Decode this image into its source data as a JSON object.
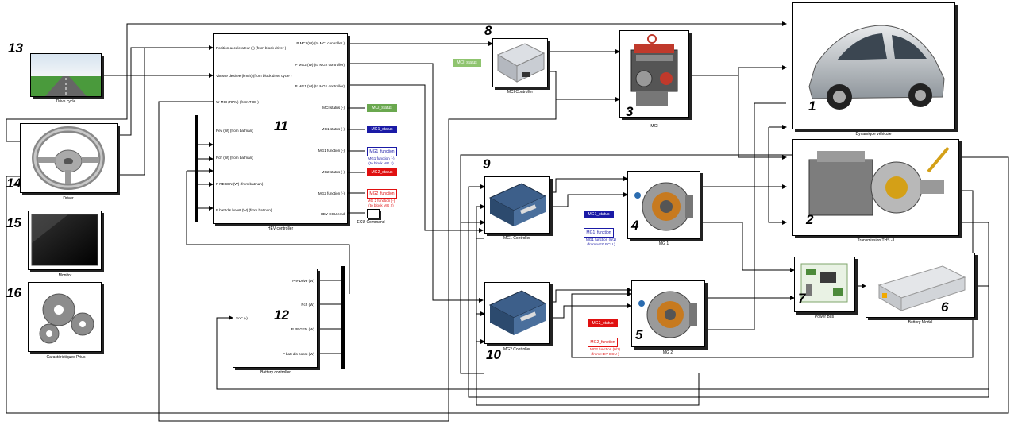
{
  "colors": {
    "green": "#6aa84f",
    "blue": "#1a1aa6",
    "red": "#e01010",
    "wire": "#000000"
  },
  "blocks": {
    "drive_cycle": {
      "caption": "Drive cycle",
      "number": "13"
    },
    "driver": {
      "caption": "Driver",
      "number": "14"
    },
    "monitor": {
      "caption": "Monitor",
      "number": "15"
    },
    "caracteristiques": {
      "caption": "Caractéristiques Prius",
      "number": "16"
    },
    "hev_controller": {
      "caption": "HEV controller",
      "number": "11",
      "inputs": [
        "Position accelerateur (-) (from block driver )",
        "Vitesse desiree (km/h) (from block drive cycle )",
        "W MCI  (RPM) (from THS )",
        "Pev  (W) (from batman)",
        "Pch  (W) (from batman)",
        "P REGEN  (W) (from batman)",
        "P batt dis boost  (W) (from batman)"
      ],
      "outputs": [
        "P MCI  (W) (to MCI controller )",
        "P MG2  (W) (to MG2 controller)",
        "P MG1  (W) (to MG1 controller)",
        "MCI status  (-)",
        "MG1  status  (-)",
        "MG1 function  (-)",
        "MG2  status  (-)",
        "MG2 function  (-)",
        "HEV ECU cmd"
      ]
    },
    "tags_hev": {
      "mci_status": "MCI_status",
      "mg1_status": "MG1_status",
      "mg1_function": "MG1_function",
      "mg1_function_note1": "MG1 function  (-)",
      "mg1_function_note2": "(to block MG 1)",
      "mg2_status": "MG2_status",
      "mg2_function": "MG2_function",
      "mg2_function_note1": "MG 2 function  (-)",
      "mg2_function_note2": "(to block MG 2)",
      "ecu_command": "ECU Command"
    },
    "battery_controller": {
      "caption": "Battery controller",
      "number": "12",
      "input": "SoC (-)",
      "outputs": [
        "P e-Drive  (W)",
        "Pch  (W)",
        "P REGEN  (W)",
        "P batt dis boost  (W)"
      ]
    },
    "mci_controller": {
      "caption": "MCI Controller",
      "number": "8",
      "tag": "MCI_status"
    },
    "mci": {
      "caption": "MCI",
      "number": "3"
    },
    "vehicle": {
      "caption": "Dynamique véhicule",
      "number": "1"
    },
    "transmission": {
      "caption": "Transmission THS -II",
      "number": "2"
    },
    "mg1_controller": {
      "caption": "MG1 Controller",
      "number": "9"
    },
    "mg2_controller": {
      "caption": "MG2 Controller",
      "number": "10"
    },
    "mg1": {
      "caption": "MG 1",
      "number": "4",
      "tag_status": "MG1_status",
      "tag_function": "MG1_function",
      "note1": "MG1 function  (0/1)",
      "note2": "(from HEV ECU )"
    },
    "mg2": {
      "caption": "MG 2",
      "number": "5",
      "tag_status": "MG2_status",
      "tag_function": "MG2_function",
      "note1": "MG2 function  (0/1)",
      "note2": "(from HEV ECU )"
    },
    "power_bus": {
      "caption": "Power Bus",
      "number": "7"
    },
    "battery_model": {
      "caption": "Battery Model",
      "number": "6"
    }
  }
}
